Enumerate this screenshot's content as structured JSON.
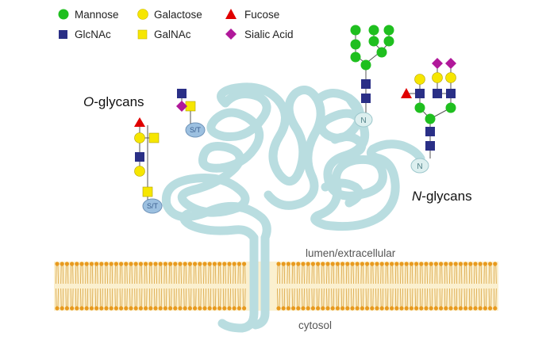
{
  "legend": {
    "items": [
      {
        "label": "Mannose",
        "shape": "circle",
        "color": "#1fbf1f"
      },
      {
        "label": "Galactose",
        "shape": "circle",
        "color": "#f6e600"
      },
      {
        "label": "Fucose",
        "shape": "triangle",
        "color": "#e00000"
      },
      {
        "label": "GlcNAc",
        "shape": "square",
        "color": "#2a2f86"
      },
      {
        "label": "GalNAc",
        "shape": "square",
        "color": "#f6e600"
      },
      {
        "label": "Sialic Acid",
        "shape": "diamond",
        "color": "#b0189a"
      }
    ]
  },
  "labels": {
    "o_glycans_prefix": "O",
    "o_glycans_suffix": "-glycans",
    "n_glycans_prefix": "N",
    "n_glycans_suffix": "-glycans",
    "lumen": "lumen/extracellular",
    "cytosol": "cytosol",
    "site_st": "S/T",
    "site_n": "N"
  },
  "colors": {
    "protein": "#b9dde0",
    "membrane_band": "#fbf0cf",
    "lipid_head": "#e89a1e",
    "lipid_tail": "#d9a23e",
    "site_st": "#9cc0e0",
    "site_n": "#dcefef"
  }
}
